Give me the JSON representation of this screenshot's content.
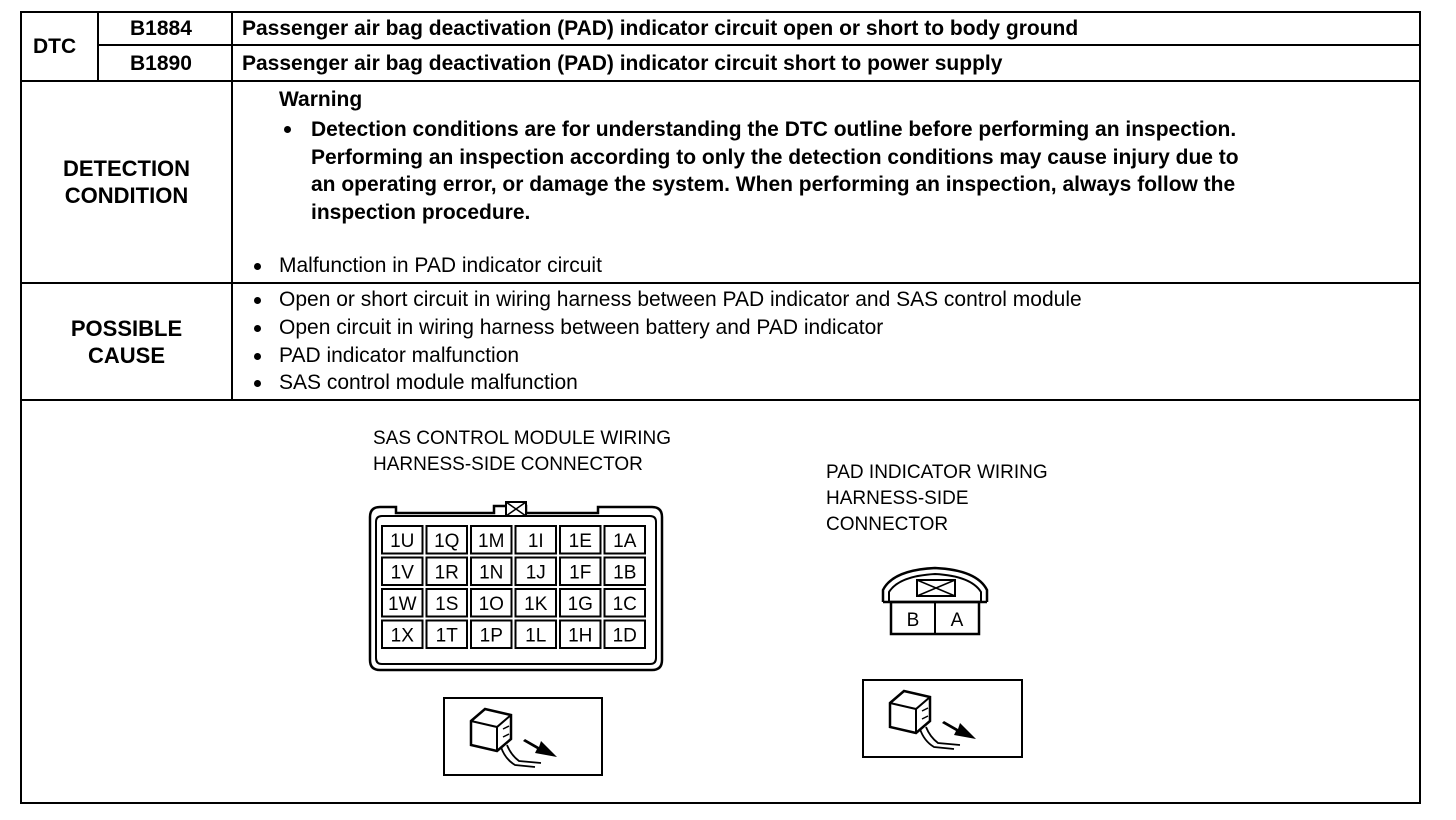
{
  "dtc": {
    "label": "DTC",
    "rows": [
      {
        "code": "B1884",
        "description": "Passenger air bag deactivation (PAD) indicator circuit open or short to body ground"
      },
      {
        "code": "B1890",
        "description": "Passenger air bag deactivation (PAD) indicator circuit short to power supply"
      }
    ]
  },
  "detection": {
    "label_line1": "DETECTION",
    "label_line2": "CONDITION",
    "warning_title": "Warning",
    "warning_lines": [
      "Detection conditions are for understanding the DTC outline before performing an inspection.",
      "Performing an inspection according to only the detection conditions may cause injury due to",
      "an operating error, or damage the system. When performing an inspection, always follow the",
      "inspection procedure."
    ],
    "condition": "Malfunction in PAD indicator circuit"
  },
  "possible_cause": {
    "label_line1": "POSSIBLE",
    "label_line2": "CAUSE",
    "items": [
      "Open or short circuit in wiring harness between PAD indicator and SAS control module",
      "Open circuit in wiring harness between battery and PAD indicator",
      "PAD indicator malfunction",
      "SAS control module malfunction"
    ]
  },
  "sas_connector": {
    "caption_line1": "SAS CONTROL MODULE WIRING",
    "caption_line2": "HARNESS-SIDE CONNECTOR",
    "pins": [
      [
        "1U",
        "1Q",
        "1M",
        "1I",
        "1E",
        "1A"
      ],
      [
        "1V",
        "1R",
        "1N",
        "1J",
        "1F",
        "1B"
      ],
      [
        "1W",
        "1S",
        "1O",
        "1K",
        "1G",
        "1C"
      ],
      [
        "1X",
        "1T",
        "1P",
        "1L",
        "1H",
        "1D"
      ]
    ]
  },
  "pad_connector": {
    "caption_line1": "PAD INDICATOR WIRING",
    "caption_line2": "HARNESS-SIDE",
    "caption_line3": "CONNECTOR",
    "pins": [
      "B",
      "A"
    ]
  },
  "icons": [
    "harness-connector-icon",
    "harness-connector-icon"
  ]
}
